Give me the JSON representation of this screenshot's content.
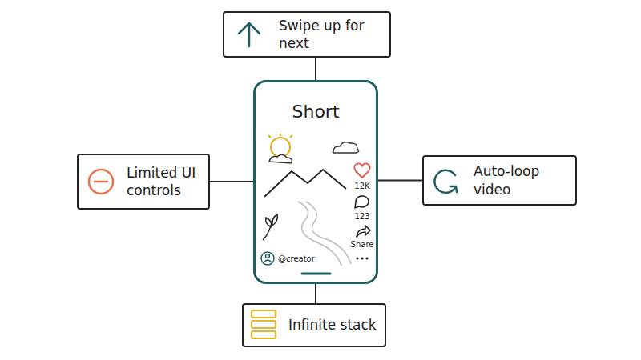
{
  "diagram": {
    "nodes": [
      {
        "text": [
          "Swipe up for next"
        ]
      },
      {
        "text": [
          "Limited UI controls"
        ]
      },
      {
        "text": [
          "Short"
        ]
      },
      {
        "text": [
          "Auto-loop video"
        ]
      },
      {
        "text": [
          "Infinite stack"
        ]
      }
    ],
    "edges": [
      {
        "from": 2,
        "to": 0,
        "arrow": "none"
      },
      {
        "from": 2,
        "to": 1,
        "arrow": "none"
      },
      {
        "from": 2,
        "to": 3,
        "arrow": "none"
      },
      {
        "from": 2,
        "to": 4,
        "arrow": "none"
      }
    ],
    "labels": [
      "12K",
      "123",
      "Share",
      "@creator"
    ]
  }
}
